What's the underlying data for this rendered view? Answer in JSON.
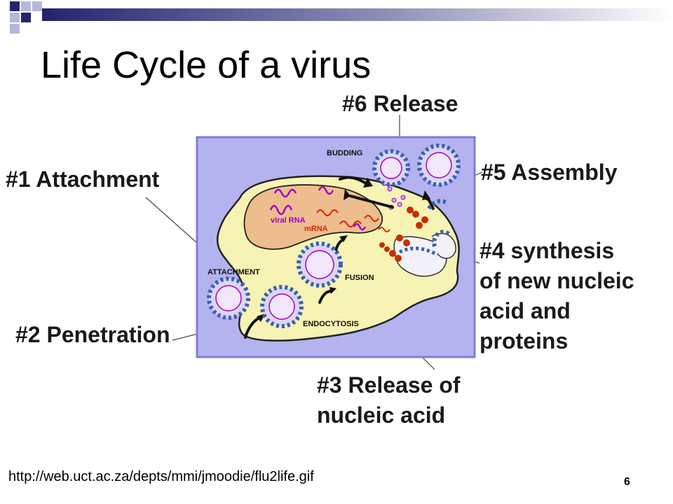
{
  "slide": {
    "title": "Life Cycle of a virus",
    "source_url": "http://web.uct.ac.za/depts/mmi/jmoodie/flu2life.gif",
    "page_number": "6"
  },
  "steps": {
    "release": "#6 Release",
    "attachment": "#1 Attachment",
    "assembly": "#5 Assembly",
    "synthesis_1": "#4 synthesis",
    "synthesis_2": "of new nucleic",
    "synthesis_3": "acid and",
    "synthesis_4": "proteins",
    "penetration": "#2 Penetration",
    "release_nucleic_1": "#3 Release of",
    "release_nucleic_2": "nucleic acid"
  },
  "figure": {
    "budding": "BUDDING",
    "attachment": "ATTACHMENT",
    "viral_rna": "viral RNA",
    "mrna": "mRNA",
    "fusion": "FUSION",
    "endocytosis": "ENDOCYTOSIS"
  },
  "colors": {
    "panel": "#b4b3f0",
    "panel_border": "#7d7cd8",
    "cell": "#f7f3b4",
    "nucleus": "#eebd8e",
    "viral_rna": "#a000c8",
    "mrna": "#e02000",
    "ribosome": "#c43000",
    "virion_spike": "#3a5fb0"
  }
}
